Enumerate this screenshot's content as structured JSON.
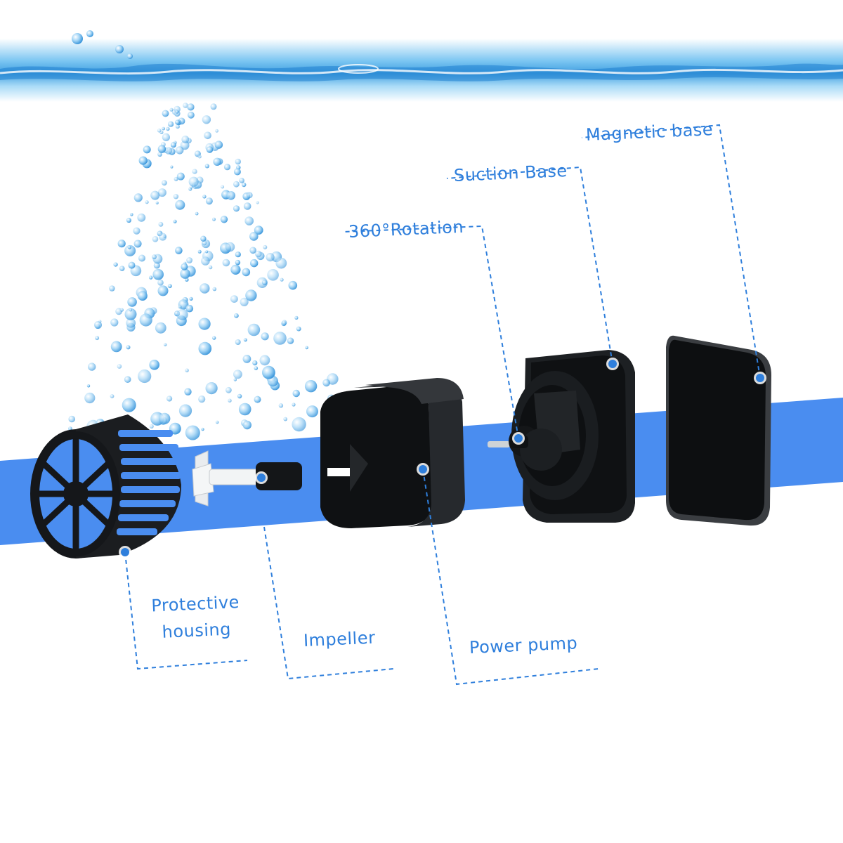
{
  "colors": {
    "accent": "#2f7fdc",
    "band": "#4a8df0",
    "water": "#5fb6ee",
    "part": "#121416"
  },
  "icons": [
    "bubbles-icon",
    "water-surface-icon"
  ],
  "parts": [
    {
      "id": "protective-housing",
      "lines": [
        "Protective",
        "housing"
      ]
    },
    {
      "id": "impeller",
      "lines": [
        "Impeller"
      ]
    },
    {
      "id": "power-pump",
      "lines": [
        "Power pump"
      ]
    },
    {
      "id": "rotation",
      "lines": [
        "360°Rotation"
      ]
    },
    {
      "id": "suction-base",
      "lines": [
        "Suction Base"
      ]
    },
    {
      "id": "magnetic-base",
      "lines": [
        "Magnetic base"
      ]
    }
  ]
}
